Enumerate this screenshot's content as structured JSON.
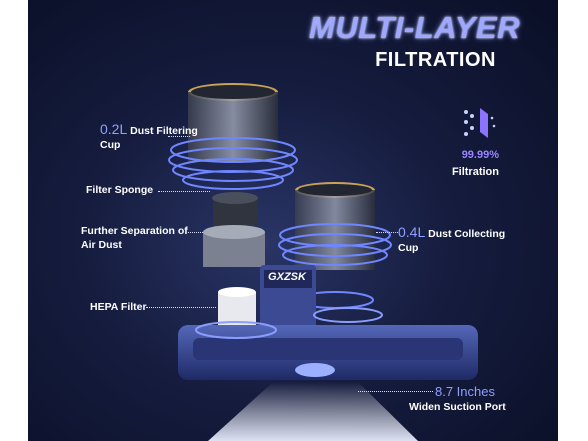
{
  "headline": {
    "line1": "MULTI-LAYER",
    "line2": "FILTRATION"
  },
  "labels": {
    "cup_small_value": "0.2L",
    "cup_small_text": "Dust Filtering",
    "cup_small_text2": "Cup",
    "sponge": "Filter Sponge",
    "separation_line1": "Further Separation of",
    "separation_line2": "Air Dust",
    "hepa": "HEPA Filter",
    "cup_large_value": "0.4L",
    "cup_large_text": "Dust Collecting",
    "cup_large_text2": "Cup",
    "port_value": "8.7 Inches",
    "port_text": "Widen Suction Port"
  },
  "filtration_stat": {
    "percent": "99.99%",
    "label": "Filtration",
    "icon": "particles-filter-icon"
  },
  "brand": "GXZSK",
  "colors": {
    "background": "#151c3e",
    "accent": "#8fa0ff",
    "glow": "#3d5bff"
  }
}
